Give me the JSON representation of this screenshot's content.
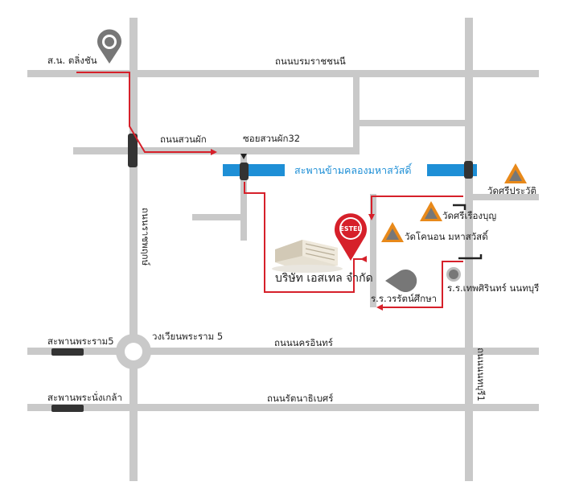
{
  "colors": {
    "road": "#c9c9c9",
    "route": "#d6202a",
    "bridge": "#1e8fd6",
    "landmark": "#e8891a",
    "marker_gray": "#777777",
    "company_logo_text": "#ffffff"
  },
  "roads": {
    "borommaratchachonnani": "ถนนบรมราชชนนี",
    "suan_phak": "ถนนสวนผัก",
    "soi_suan_phak_32": "ซอยสวนผัก32",
    "ratchaphruek": "ถนนราชพฤกษ์",
    "nakhon_in": "ถนนนครอินทร์",
    "rattanathibet": "ถนนรัตนาธิเบศร์",
    "nonthaburi_1": "ถนนนนทบุรี1"
  },
  "places": {
    "taling_chan_district_office": "ส.น. ตลิ่งชัน",
    "bridge_maha_sawat": "สะพานข้ามคลองมหาสวัสดิ์",
    "wat_si_prawat": "วัดศรีประวัติ",
    "wat_si_rueang_bun": "วัดศรีเรืองบุญ",
    "wat_khok_non": "วัดโคนอน มหาสวัสดิ์",
    "company": "บริษัท เอสเทล จำกัด",
    "company_logo": "ESTEL",
    "school_wararat": "ร.ร.วรรัตน์ศึกษา",
    "school_theppharin": "ร.ร.เทพศิรินทร์ นนทบุรี",
    "rama5_roundabout": "วงเวียนพระราม 5",
    "rama5_bridge": "สะพานพระราม5",
    "phra_nang_klao_bridge": "สะพานพระนั่งเกล้า"
  }
}
